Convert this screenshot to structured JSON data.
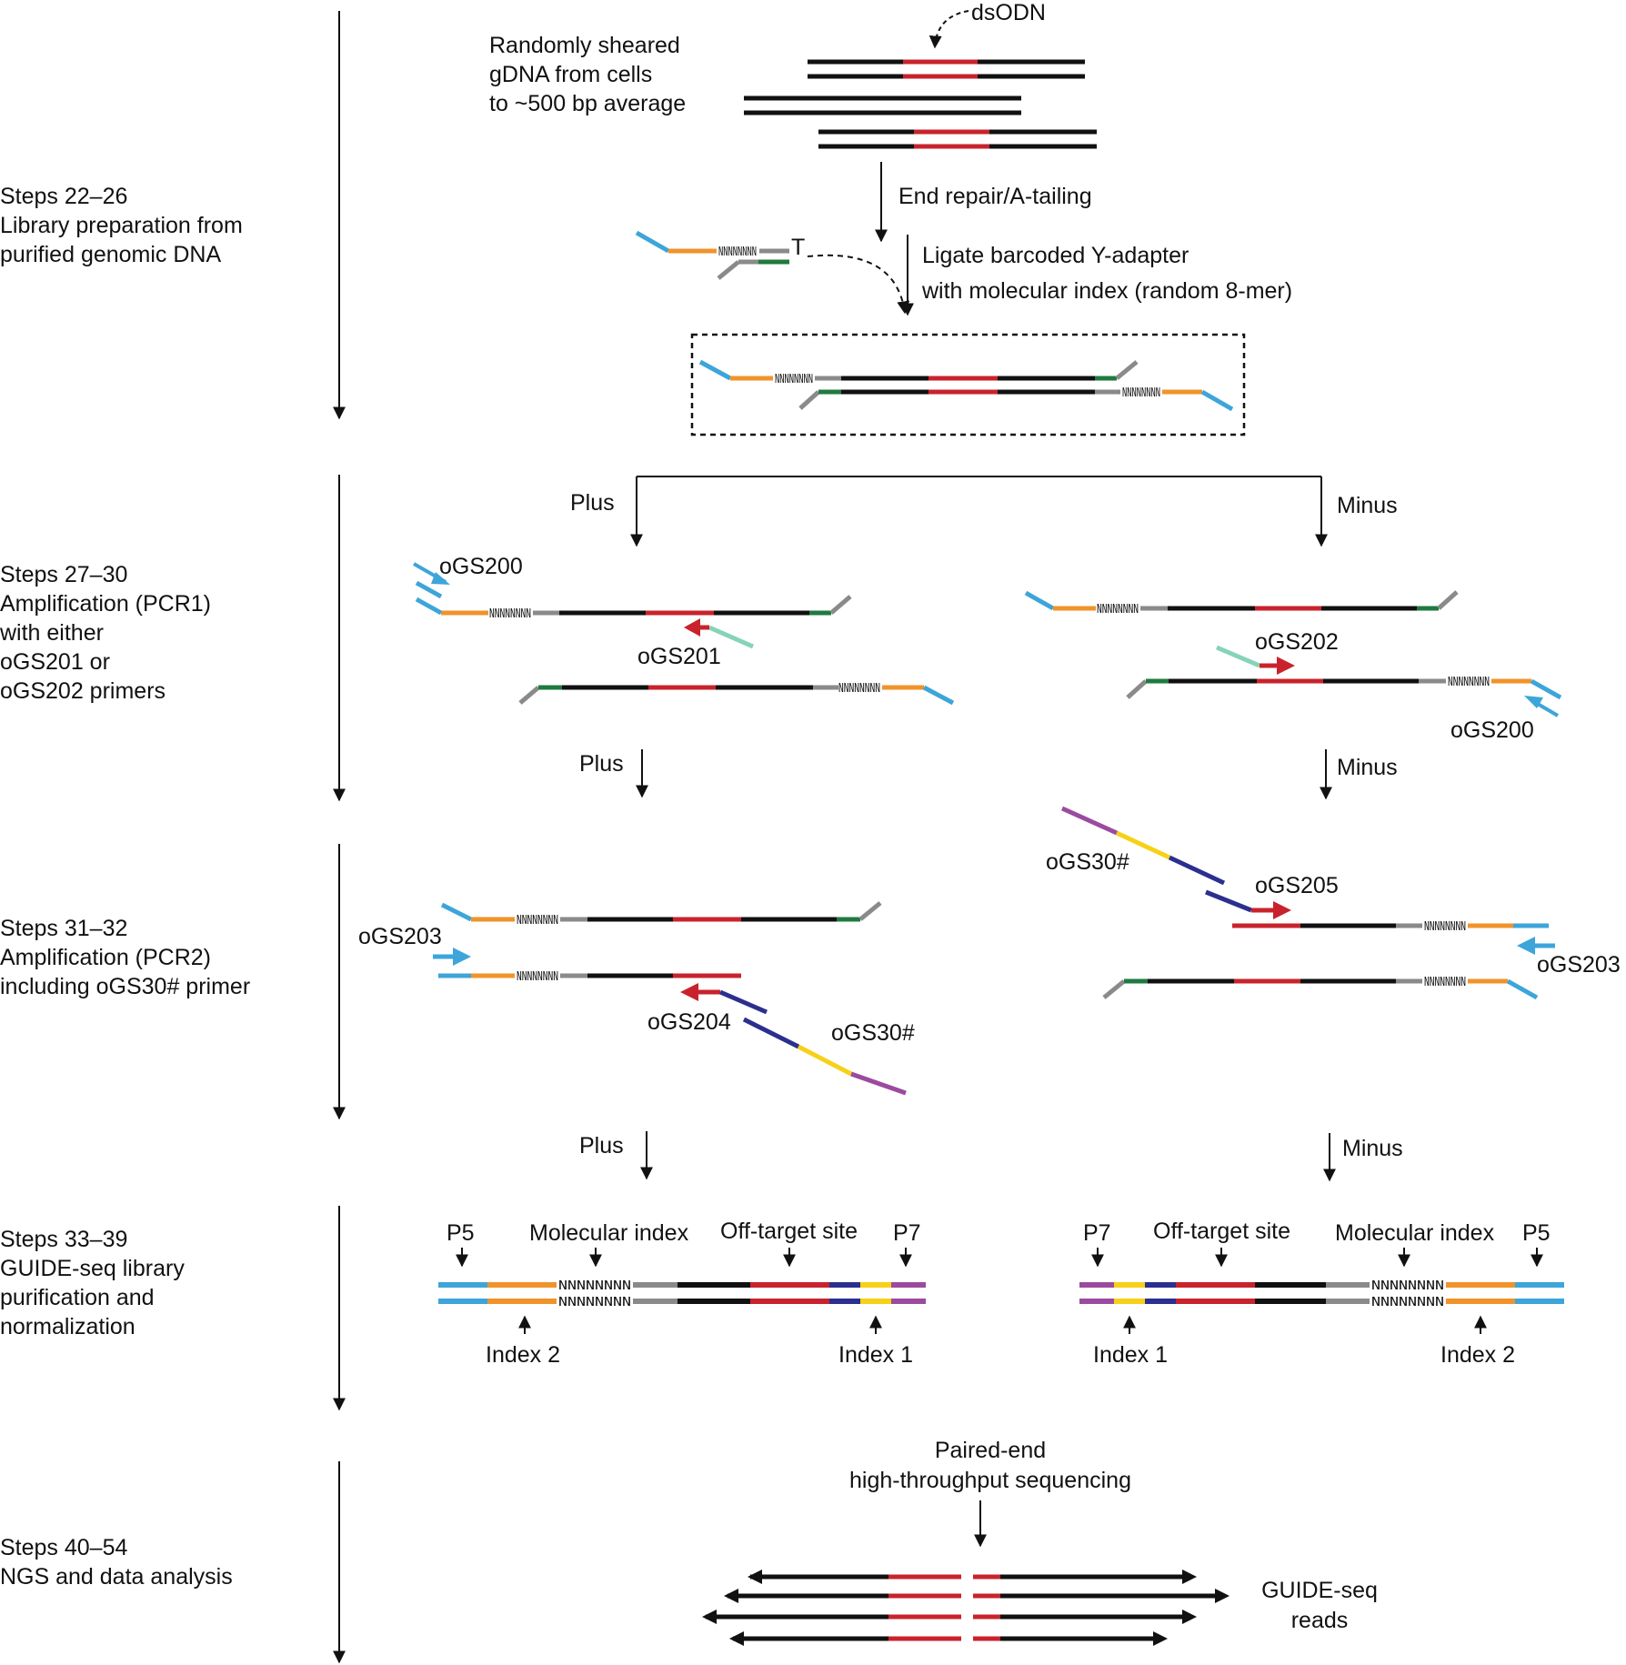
{
  "colors": {
    "dna": "#111111",
    "odn": "#c8232c",
    "p5": "#3da5d9",
    "index2": "#f0932b",
    "linker": "#8a8a8a",
    "adapter_end": "#1f7a3f",
    "primer_tail": "#86d3b8",
    "oGS30_blue": "#2b2f8f",
    "oGS30_yellow": "#f7d117",
    "oGS30_purple": "#9b4b9f"
  },
  "steps": [
    {
      "title": "Steps 22–26",
      "desc": [
        "Library preparation from",
        "purified genomic DNA"
      ]
    },
    {
      "title": "Steps 27–30",
      "desc": [
        "Amplification (PCR1)",
        "with either",
        "oGS201 or",
        "oGS202 primers"
      ]
    },
    {
      "title": "Steps 31–32",
      "desc": [
        "Amplification (PCR2)",
        "including oGS30# primer"
      ]
    },
    {
      "title": "Steps 33–39",
      "desc": [
        "GUIDE-seq library",
        "purification and",
        "normalization"
      ]
    },
    {
      "title": "Steps 40–54",
      "desc": [
        "NGS and data analysis"
      ]
    }
  ],
  "prep": {
    "dsodn": "dsODN",
    "sheared": [
      "Randomly sheared",
      "gDNA from cells",
      "to ~500 bp average"
    ],
    "end_repair": "End repair/A-tailing",
    "t_overhang": "T",
    "ligate": [
      "Ligate barcoded Y-adapter",
      "with molecular index (random 8-mer)"
    ]
  },
  "split": {
    "plus": "Plus",
    "minus": "Minus"
  },
  "primers": {
    "oGS200": "oGS200",
    "oGS201": "oGS201",
    "oGS202": "oGS202",
    "oGS203": "oGS203",
    "oGS204": "oGS204",
    "oGS205": "oGS205",
    "oGS30": "oGS30#"
  },
  "library": {
    "p5": "P5",
    "p7": "P7",
    "molecular_index": "Molecular index",
    "off_target": "Off-target site",
    "index1": "Index 1",
    "index2": "Index 2",
    "nnn": "NNNNNNNN"
  },
  "sequencing": {
    "title": [
      "Paired-end",
      "high-throughput sequencing"
    ],
    "reads": [
      "GUIDE-seq",
      "reads"
    ]
  }
}
